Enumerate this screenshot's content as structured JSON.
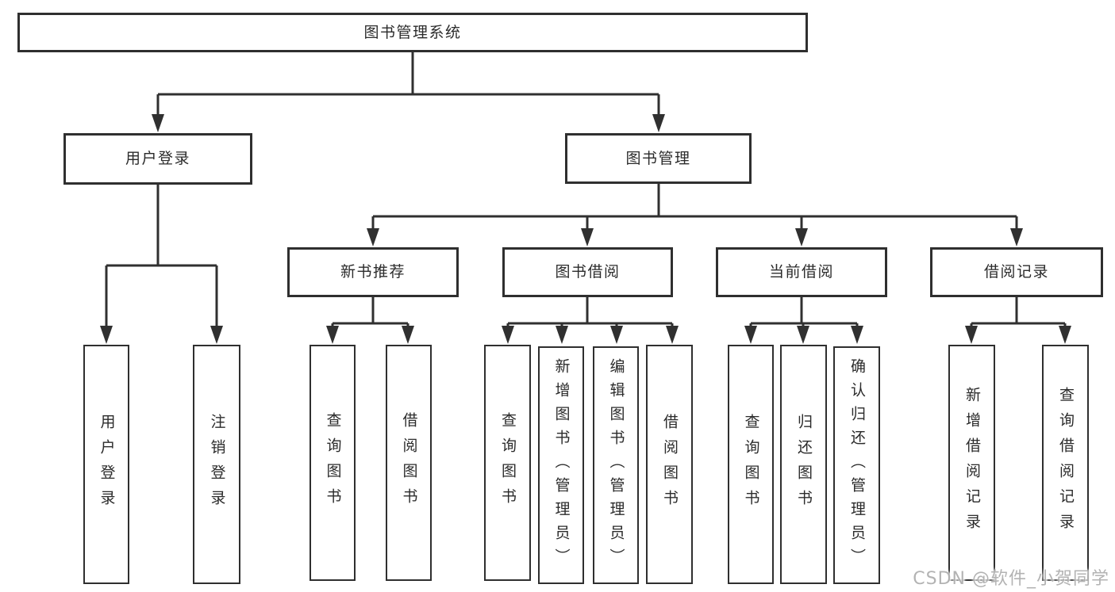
{
  "tree": {
    "root": "图书管理系统",
    "children": [
      {
        "label": "用户登录",
        "children": [
          "用户登录",
          "注销登录"
        ]
      },
      {
        "label": "图书管理",
        "children": [
          {
            "label": "新书推荐",
            "children": [
              "查询图书",
              "借阅图书"
            ]
          },
          {
            "label": "图书借阅",
            "children": [
              "查询图书",
              "新增图书（管理员）",
              "编辑图书（管理员）",
              "借阅图书"
            ]
          },
          {
            "label": "当前借阅",
            "children": [
              "查询图书",
              "归还图书",
              "确认归还（管理员）"
            ]
          },
          {
            "label": "借阅记录",
            "children": [
              "新增借阅记录",
              "查询借阅记录"
            ]
          }
        ]
      }
    ]
  },
  "watermark": "CSDN @软件_小贺同学",
  "colors": {
    "line": "#303030",
    "box_border": "#2f2f2f",
    "box_fill": "#ffffff",
    "text": "#2b2b2b",
    "watermark": "#a8a8a8"
  }
}
